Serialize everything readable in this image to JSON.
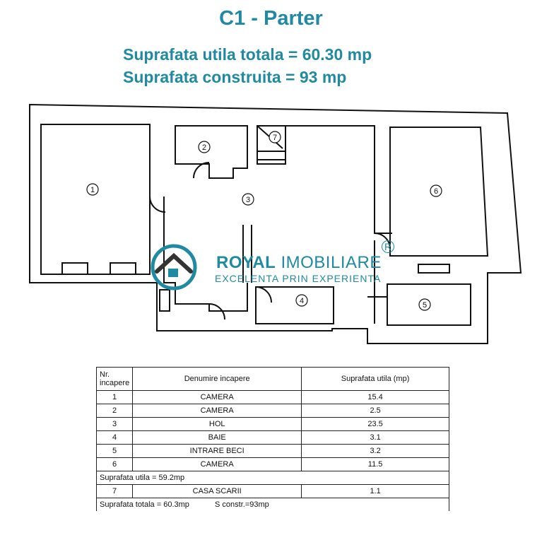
{
  "header": {
    "title": "C1 - Parter",
    "line1": "Suprafata utila totala = 60.30 mp",
    "line2": "Suprafata construita = 93 mp"
  },
  "plan": {
    "room_labels": [
      "1",
      "2",
      "3",
      "4",
      "5",
      "6",
      "7"
    ]
  },
  "watermark": {
    "brand_bold": "ROYAL",
    "brand_light": " IMOBILIARE",
    "tagline": "EXCELENTA PRIN EXPERIENTA",
    "reg": "R",
    "color": "#1f8aa1"
  },
  "table": {
    "headers": {
      "nr": "Nr. incapere",
      "name": "Denumire incapere",
      "area": "Suprafata utila (mp)"
    },
    "rows": [
      {
        "nr": "1",
        "name": "CAMERA",
        "area": "15.4"
      },
      {
        "nr": "2",
        "name": "CAMERA",
        "area": "2.5"
      },
      {
        "nr": "3",
        "name": "HOL",
        "area": "23.5"
      },
      {
        "nr": "4",
        "name": "BAIE",
        "area": "3.1"
      },
      {
        "nr": "5",
        "name": "INTRARE BECI",
        "area": "3.2"
      },
      {
        "nr": "6",
        "name": "CAMERA",
        "area": "11.5"
      }
    ],
    "subtotal": "Suprafata utila = 59.2mp",
    "row7": {
      "nr": "7",
      "name": "CASA SCARII",
      "area": "1.1"
    },
    "total": "Suprafata totala = 60.3mp",
    "constr": "S constr.=93mp"
  }
}
